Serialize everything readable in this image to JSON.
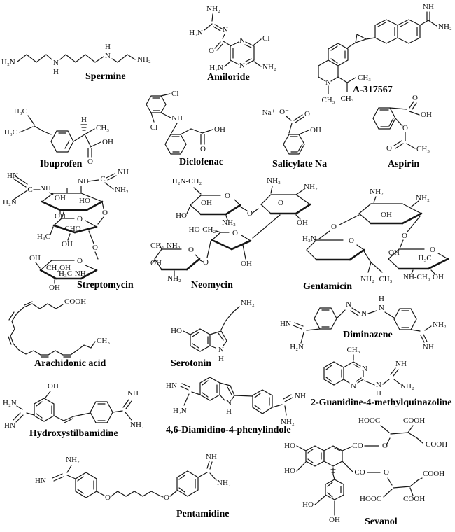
{
  "figure": {
    "colors": {
      "background": "#ffffff",
      "bond": "#161616",
      "text": "#121212"
    }
  },
  "molecules": {
    "spermine": {
      "name": "Spermine",
      "atoms": [
        "H₂N",
        "N",
        "H",
        "N",
        "H",
        "NH₂"
      ]
    },
    "amiloride": {
      "name": "Amiloride",
      "atoms": [
        "NH₂",
        "H₂N",
        "N",
        "O",
        "N",
        "Cl",
        "N",
        "NH₂",
        "H₂N"
      ]
    },
    "a317567": {
      "name": "A-317567",
      "atoms": [
        "NH",
        "NH₂",
        "N",
        "CH₃",
        "CH₃",
        "CH₃"
      ]
    },
    "ibuprofen": {
      "name": "Ibuprofen",
      "atoms": [
        "H₃C",
        "H₃C",
        "H",
        "CH₃",
        "OH",
        "O"
      ]
    },
    "diclofenac": {
      "name": "Diclofenac",
      "atoms": [
        "Cl",
        "Cl",
        "NH",
        "OH",
        "O"
      ]
    },
    "salicylate": {
      "name": "Salicylate Na",
      "atoms": [
        "Na⁺",
        "O⁻",
        "O",
        "OH"
      ]
    },
    "aspirin": {
      "name": "Aspirin",
      "atoms": [
        "O",
        "OH",
        "O",
        "O",
        "CH₃"
      ]
    },
    "streptomycin": {
      "name": "Streptomycin",
      "atoms": [
        "HN",
        "C",
        "H₂N",
        "NH",
        "NH",
        "C",
        "NH",
        "NH₂",
        "OH",
        "HO",
        "OH",
        "O",
        "O",
        "CHO",
        "H₃C",
        "OH",
        "O",
        "OH",
        "O",
        "CH₂OH",
        "H₃C-NH",
        "OH"
      ]
    },
    "neomycin": {
      "name": "Neomycin",
      "atoms": [
        "H₂N-CH₂",
        "O",
        "OH",
        "HO",
        "NH₂",
        "O",
        "NH₂",
        "NH₂",
        "O",
        "OH",
        "HO-CH₂",
        "O",
        "OH",
        "O",
        "CH₂-NH₂",
        "OH",
        "O",
        "NH₂"
      ]
    },
    "gentamicin": {
      "name": "Gentamicin",
      "atoms": [
        "NH₂",
        "OH",
        "NH₂",
        "O",
        "H₂N",
        "O",
        "O",
        "OH",
        "O",
        "H₃C",
        "NH₂",
        "CH₃",
        "NH-CH₃",
        "OH"
      ]
    },
    "arachidonic": {
      "name": "Arachidonic acid",
      "atoms": [
        "COOH",
        "CH₃"
      ]
    },
    "serotonin": {
      "name": "Serotonin",
      "atoms": [
        "NH₂",
        "HO",
        "N",
        "H"
      ]
    },
    "diminazene": {
      "name": "Diminazene",
      "atoms": [
        "HN",
        "H₂N",
        "N",
        "N",
        "H",
        "N",
        "NH₂",
        "NH"
      ]
    },
    "hydroxystilbamidine": {
      "name": "Hydroxystilbamidine",
      "atoms": [
        "OH",
        "H₂N",
        "HN",
        "NH",
        "NH₂"
      ]
    },
    "dapi": {
      "name": "4,6-Diamidino-4-phenylindole",
      "atoms": [
        "HN",
        "H₂N",
        "N",
        "H",
        "NH",
        "NH₂"
      ]
    },
    "gmq": {
      "name": "2-Guanidine-4-methylquinazoline",
      "atoms": [
        "CH₃",
        "N",
        "N",
        "N",
        "H",
        "NH",
        "NH₂"
      ]
    },
    "pentamidine": {
      "name": "Pentamidine",
      "atoms": [
        "NH₂",
        "HN",
        "O",
        "O",
        "NH",
        "NH₂"
      ]
    },
    "sevanol": {
      "name": "Sevanol",
      "atoms": [
        "HOOC",
        "COOH",
        "COOH",
        "CO",
        "O",
        "HO",
        "HO",
        "CO",
        "O",
        "COOH",
        "HOOC",
        "COOH",
        "HO",
        "OH"
      ]
    }
  }
}
